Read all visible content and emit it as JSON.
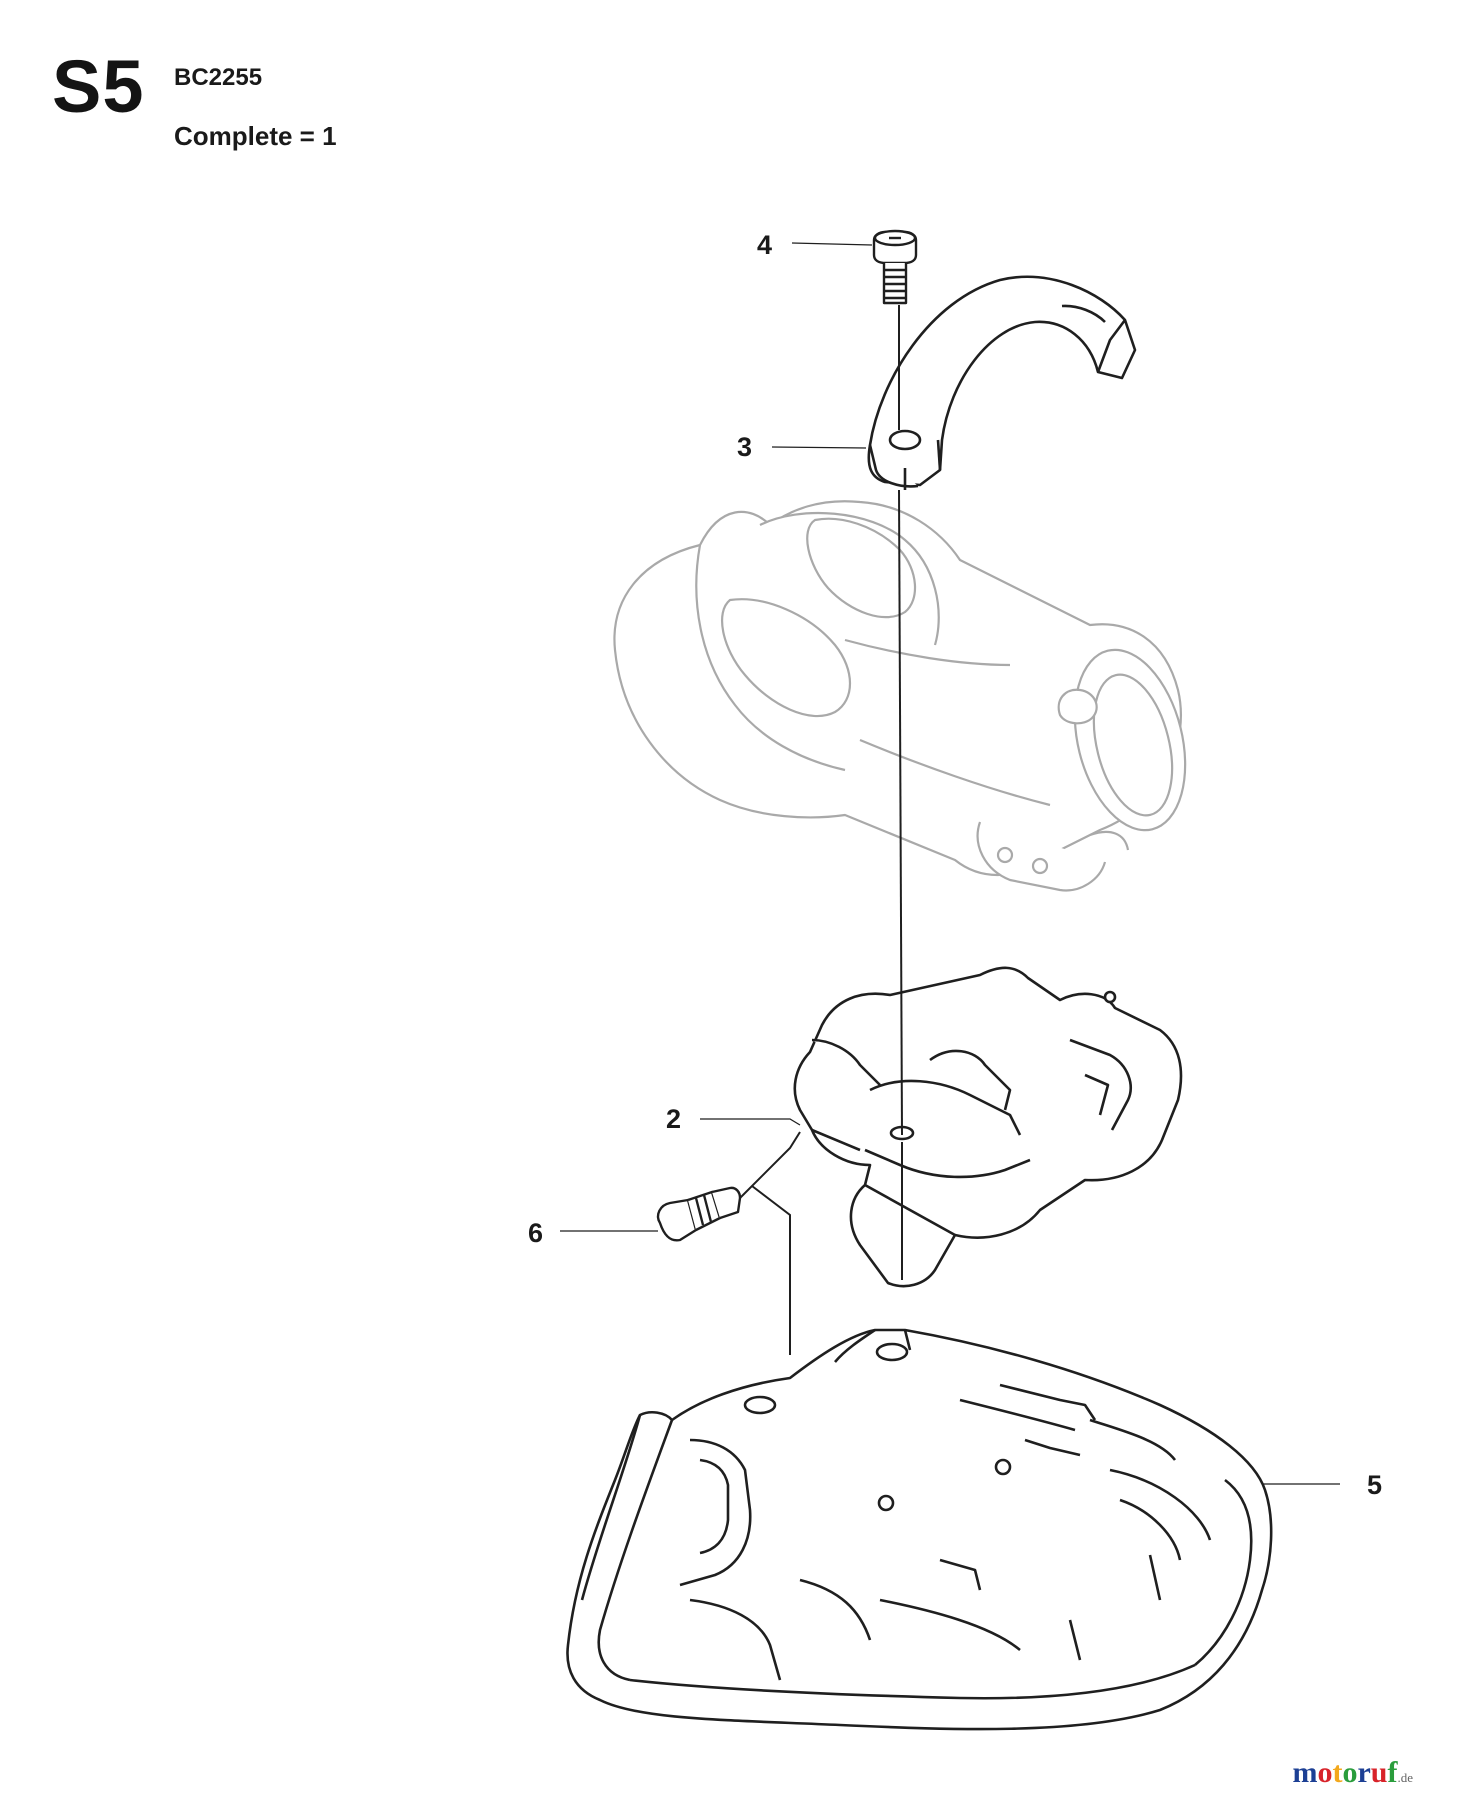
{
  "header": {
    "section_code": "S5",
    "model": "BC2255",
    "complete": "Complete = 1"
  },
  "callouts": [
    {
      "number": "4",
      "part": "screw"
    },
    {
      "number": "3",
      "part": "clamp"
    },
    {
      "number": "2",
      "part": "guard-bracket"
    },
    {
      "number": "6",
      "part": "screw"
    },
    {
      "number": "5",
      "part": "guard"
    }
  ],
  "watermark": {
    "letters": [
      "m",
      "o",
      "t",
      "o",
      "r",
      "u",
      "f"
    ],
    "letter_colors": [
      "#1c3f94",
      "#d8232a",
      "#f3a81c",
      "#2a9d3c",
      "#1c3f94",
      "#d8232a",
      "#2a9d3c"
    ],
    "suffix": ".de"
  }
}
